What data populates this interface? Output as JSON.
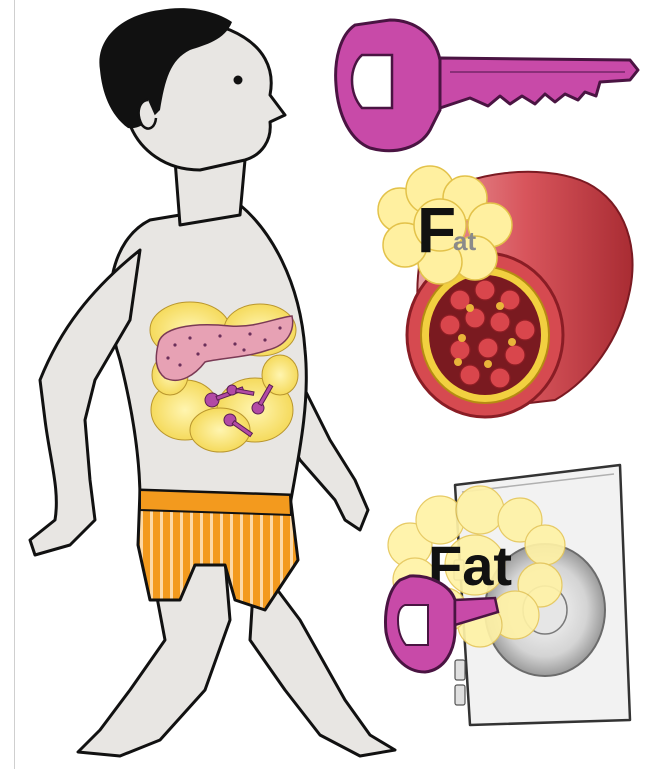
{
  "labels": {
    "vessel_fat_big": "F",
    "vessel_fat_small": "at",
    "safe_fat": "Fat"
  },
  "colors": {
    "skin": "#e8e6e3",
    "hair": "#111111",
    "shorts_orange": "#f39a1e",
    "key_magenta": "#c84aa8",
    "fat_yellow": "#f7e37a",
    "vessel_red": "#c9343a",
    "safe_gray": "#f2f2f2"
  },
  "icons": [
    "person-figure",
    "key-icon",
    "blood-vessel-icon",
    "fat-cluster-icon",
    "safe-icon"
  ]
}
